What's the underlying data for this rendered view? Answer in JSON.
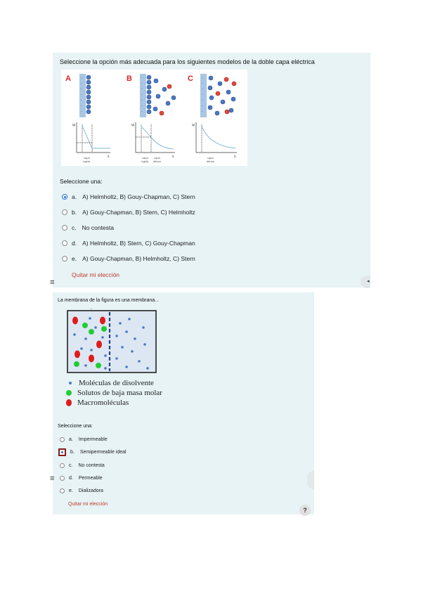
{
  "question1": {
    "text": "Seleccione la opción más adecuada para los siguientes modelos de la doble capa eléctrica",
    "figure": {
      "panel_labels": [
        "A",
        "B",
        "C"
      ],
      "axis_symbol_y": "Ψ",
      "axis_symbol_x": "x",
      "captions": {
        "A": [
          "capa",
          "rígida"
        ],
        "B1": [
          "capa",
          "rígida"
        ],
        "B2": [
          "capa",
          "difusa"
        ],
        "C": [
          "capa",
          "difusa"
        ]
      },
      "label_color": "#d62728"
    },
    "prompt": "Seleccione una:",
    "options": [
      {
        "letter": "a.",
        "label": "A) Helmholtz, B) Gouy-Chapman, C) Stern",
        "selected": true
      },
      {
        "letter": "b.",
        "label": "A) Gouy-Chapman, B) Stern, C) Helmholtz",
        "selected": false
      },
      {
        "letter": "c.",
        "label": "No contesta",
        "selected": false
      },
      {
        "letter": "d.",
        "label": "A) Helmholtz, B) Stern, C) Gouy-Chapman",
        "selected": false
      },
      {
        "letter": "e.",
        "label": "A) Gouy-Chapman, B) Helmholtz, C) Stern",
        "selected": false
      }
    ],
    "clear_label": "Quitar mi elección"
  },
  "question2": {
    "text": "La membrana de la figura es una membrana...",
    "legend": [
      {
        "label": "Moléculas de disolvente",
        "color": "#4a78c2"
      },
      {
        "label": "Solutos de baja masa molar",
        "color": "#22cc33"
      },
      {
        "label": "Macromoléculas",
        "color": "#e01b1b"
      }
    ],
    "prompt": "Seleccione una:",
    "options": [
      {
        "letter": "a.",
        "label": "Impermeable",
        "selected": false
      },
      {
        "letter": "b.",
        "label": "Semipermeable ideal",
        "selected": true
      },
      {
        "letter": "c.",
        "label": "No contesta",
        "selected": false
      },
      {
        "letter": "d.",
        "label": "Permeable",
        "selected": false
      },
      {
        "letter": "e.",
        "label": "Dializadora",
        "selected": false
      }
    ],
    "clear_label": "Quitar mi elección",
    "help_label": "?"
  },
  "icons": {
    "menu": "hamburger-icon",
    "collapse": "chevron-left-icon",
    "help": "question-icon"
  },
  "colors": {
    "panel_bg": "#e7f3f5",
    "accent_red": "#c0392b",
    "radio_blue": "#2a6fd6"
  }
}
